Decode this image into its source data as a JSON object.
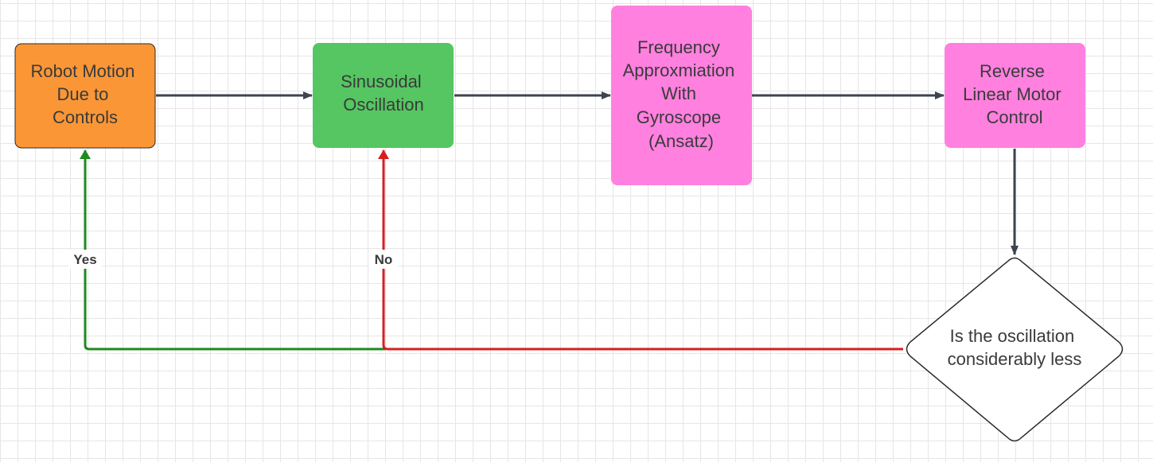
{
  "nodes": {
    "robot_motion": {
      "lines": [
        "Robot Motion",
        "Due to",
        "Controls"
      ],
      "color": "#fb9636"
    },
    "sinusoidal": {
      "lines": [
        "Sinusoidal",
        "Oscillation"
      ],
      "color": "#55c661"
    },
    "frequency": {
      "lines": [
        "Frequency",
        "Approxmiation",
        "With",
        "Gyroscope",
        "(Ansatz)"
      ],
      "color": "#ff80df"
    },
    "reverse": {
      "lines": [
        "Reverse",
        "Linear Motor",
        "Control"
      ],
      "color": "#ff80df"
    },
    "decision": {
      "lines": [
        "Is the oscillation",
        "considerably less"
      ],
      "color": "#ffffff"
    }
  },
  "edges": {
    "yes_label": "Yes",
    "no_label": "No",
    "yes_color": "#1f8a1f",
    "no_color": "#d62020",
    "flow_color": "#3d4450"
  }
}
